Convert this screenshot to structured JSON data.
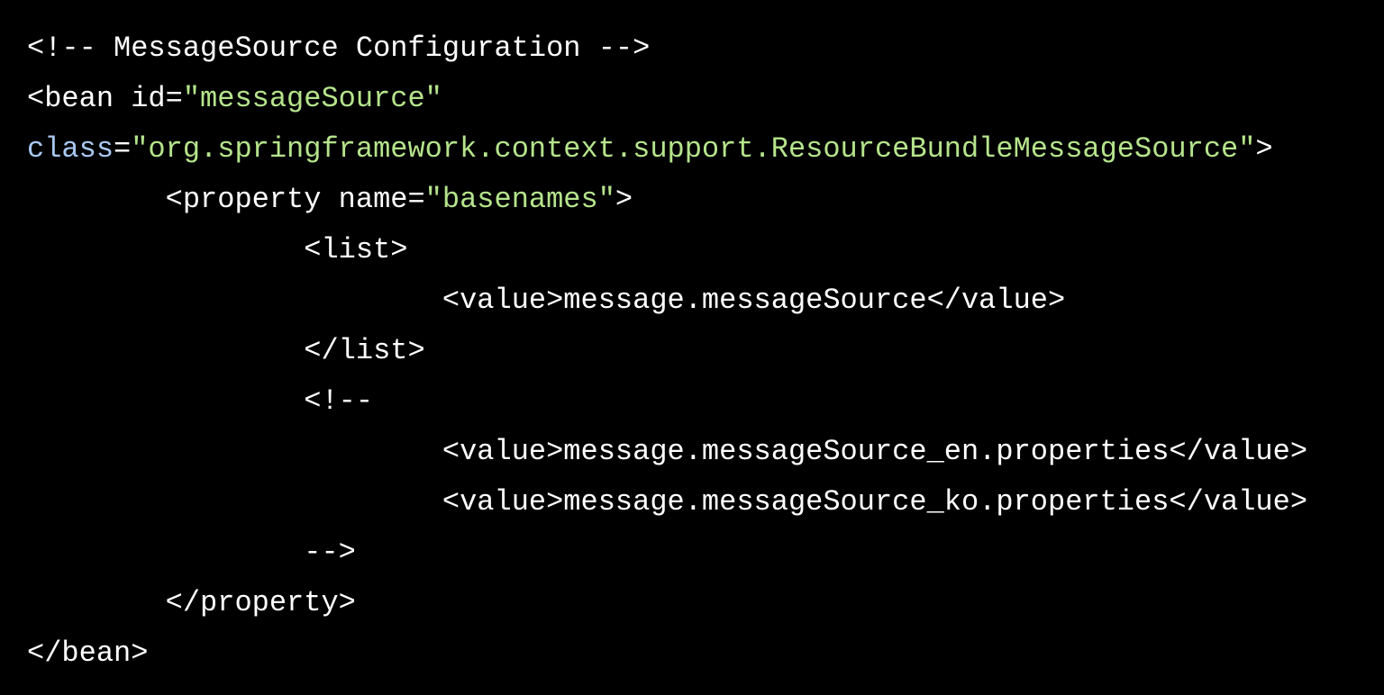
{
  "theme": {
    "background": "#000000",
    "plain": "#ffffff",
    "string": "#b5e48c",
    "attr": "#a8c8f0"
  },
  "code": {
    "language": "xml",
    "lines": [
      [
        {
          "t": "plain",
          "text": "<!-- MessageSource Configuration -->"
        }
      ],
      [
        {
          "t": "plain",
          "text": "<bean id="
        },
        {
          "t": "string",
          "text": "\"messageSource\""
        }
      ],
      [
        {
          "t": "attr",
          "text": "class"
        },
        {
          "t": "plain",
          "text": "="
        },
        {
          "t": "string",
          "text": "\"org.springframework.context.support.ResourceBundleMessageSource\""
        },
        {
          "t": "plain",
          "text": ">"
        }
      ],
      [
        {
          "t": "plain",
          "text": "        <property name="
        },
        {
          "t": "string",
          "text": "\"basenames\""
        },
        {
          "t": "plain",
          "text": ">"
        }
      ],
      [
        {
          "t": "plain",
          "text": "                <list>"
        }
      ],
      [
        {
          "t": "plain",
          "text": "                        <value>message.messageSource</value>"
        }
      ],
      [
        {
          "t": "plain",
          "text": "                </list>"
        }
      ],
      [
        {
          "t": "plain",
          "text": "                <!--"
        }
      ],
      [
        {
          "t": "plain",
          "text": "                        <value>message.messageSource_en.properties</value>"
        }
      ],
      [
        {
          "t": "plain",
          "text": "                        <value>message.messageSource_ko.properties</value>"
        }
      ],
      [
        {
          "t": "plain",
          "text": "                -->"
        }
      ],
      [
        {
          "t": "plain",
          "text": "        </property>"
        }
      ],
      [
        {
          "t": "plain",
          "text": "</bean>"
        }
      ]
    ]
  }
}
